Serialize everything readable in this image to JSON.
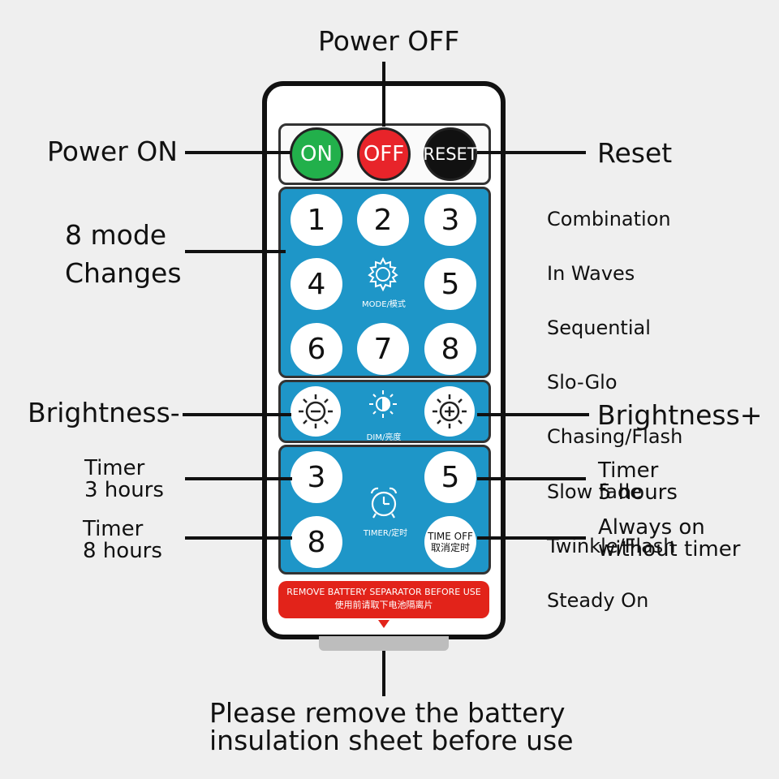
{
  "labels": {
    "power_off": "Power OFF",
    "power_on": "Power ON",
    "reset": "Reset",
    "mode_changes_1": "8 mode",
    "mode_changes_2": "Changes",
    "brightness_minus": "Brightness-",
    "brightness_plus": "Brightness+",
    "timer3_1": "Timer",
    "timer3_2": "3 hours",
    "timer8_1": "Timer",
    "timer8_2": "8 hours",
    "timer5_1": "Timer",
    "timer5_2": "5 hours",
    "always_1": "Always on",
    "always_2": "without timer",
    "battery_1": "Please remove the battery",
    "battery_2": "insulation sheet before use"
  },
  "modes": [
    "Combination",
    "In Waves",
    "Sequential",
    "Slo-Glo",
    "Chasing/Flash",
    "Slow fade",
    "Twinkle/Flash",
    "Steady On"
  ],
  "remote": {
    "power_buttons": {
      "on": "ON",
      "off": "OFF",
      "reset": "RESET"
    },
    "mode_buttons": [
      "1",
      "2",
      "3",
      "4",
      "5",
      "6",
      "7",
      "8"
    ],
    "mode_caption": "MODE/模式",
    "dim_caption": "DIM/亮度",
    "timer_buttons": {
      "t3": "3",
      "t5": "5",
      "t8": "8"
    },
    "timer_caption": "TIMER/定时",
    "time_off_1": "TIME OFF",
    "time_off_2": "取消定时",
    "warning_1": "REMOVE BATTERY SEPARATOR BEFORE USE",
    "warning_2": "使用前请取下电池隔离片"
  },
  "colors": {
    "on": "#22b04b",
    "off": "#e8242a",
    "reset": "#111111",
    "panel": "#1e96c8",
    "warning": "#e2231a"
  }
}
